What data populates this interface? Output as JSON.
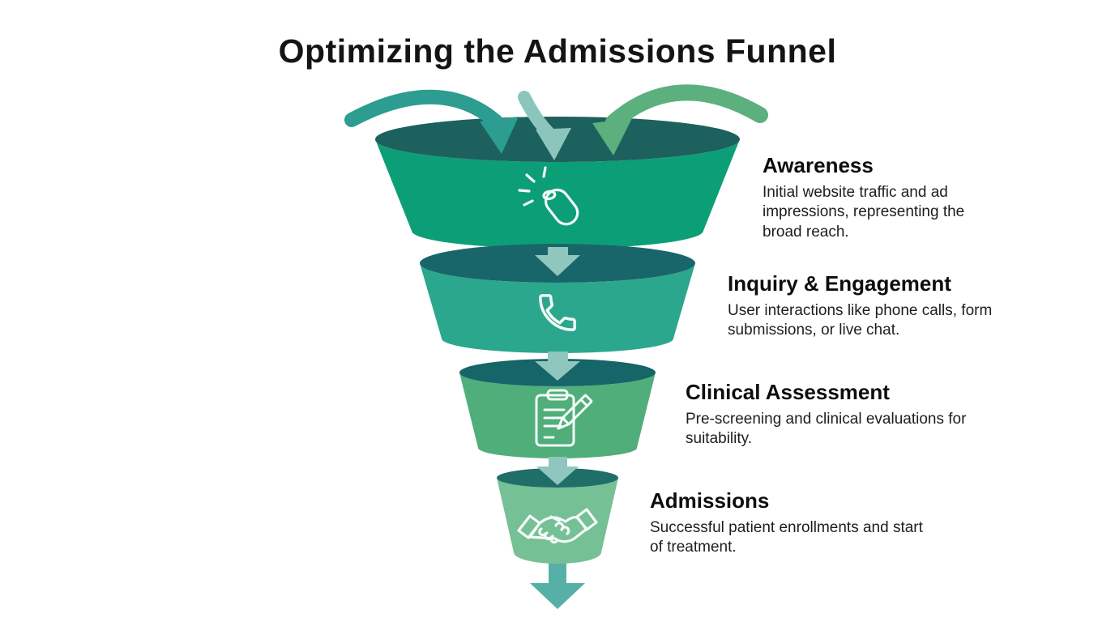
{
  "title": "Optimizing the Admissions Funnel",
  "colors": {
    "background": "#ffffff",
    "title_text": "#141414",
    "heading_text": "#0d0d0d",
    "body_text": "#1e1e1e",
    "connector_arrow": "#8fc6bd",
    "exit_arrow": "#56b0a8",
    "inflow_left": "#2c9d90",
    "inflow_middle": "#8cc5bc",
    "inflow_right": "#5bb07e",
    "icon_stroke": "#f4fbf8"
  },
  "stages": [
    {
      "icon": "mouse-click-icon",
      "body_color": "#0c9f77",
      "top_color": "#1c615d",
      "title": "Awareness",
      "description": "Initial website traffic and ad impressions, representing the broad reach."
    },
    {
      "icon": "phone-icon",
      "body_color": "#2ba78d",
      "top_color": "#186669",
      "title": "Inquiry & Engagement",
      "description": "User interactions like phone calls, form submissions, or live chat."
    },
    {
      "icon": "clipboard-pencil-icon",
      "body_color": "#4fae7a",
      "top_color": "#156569",
      "title": "Clinical Assessment",
      "description": "Pre-screening and clinical evaluations for suitability."
    },
    {
      "icon": "handshake-icon",
      "body_color": "#76c095",
      "top_color": "#206e68",
      "title": "Admissions",
      "description": "Successful patient enrollments and start of treatment."
    }
  ]
}
